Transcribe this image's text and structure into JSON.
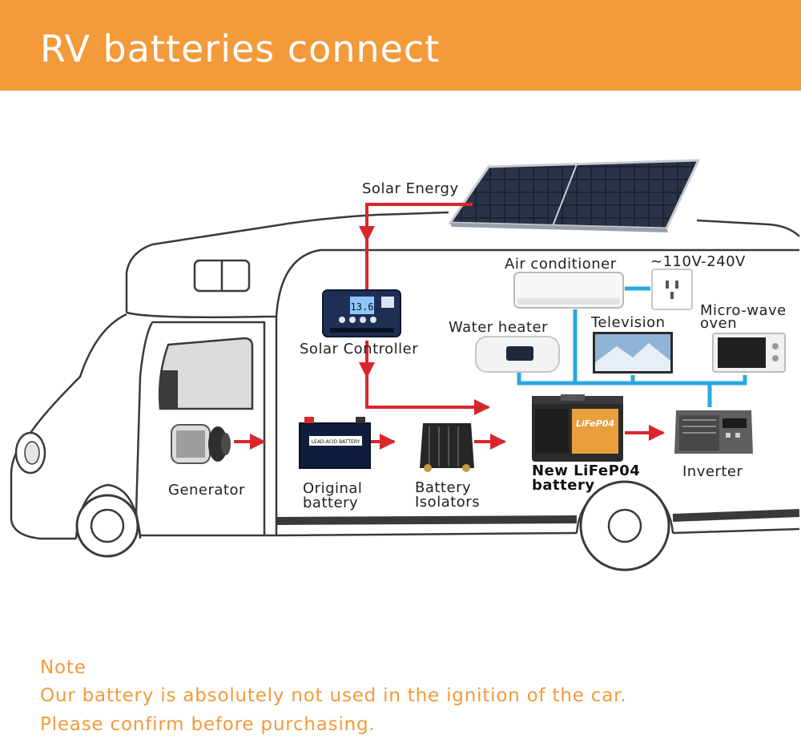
{
  "header": {
    "title": "RV batteries connect"
  },
  "labels": {
    "solar_energy": "Solar Energy",
    "solar_controller": "Solar Controller",
    "air_conditioner": "Air conditioner",
    "voltage": "~110V-240V",
    "water_heater": "Water heater",
    "television": "Television",
    "microwave_line1": "Micro-wave",
    "microwave_line2": "oven",
    "generator": "Generator",
    "original_battery_line1": "Original",
    "original_battery_line2": "battery",
    "isolators_line1": "Battery",
    "isolators_line2": "Isolators",
    "lifepo4_line1": "New LiFeP04",
    "lifepo4_line2": "battery",
    "inverter": "Inverter"
  },
  "device_text": {
    "controller_display": "13.6",
    "lead_acid": "LEAD-ACID BATTERY",
    "lifepo4_badge": "LiFeP04"
  },
  "note": {
    "heading": "Note",
    "line1": "Our battery is absolutely not used in the ignition of the car.",
    "line2": "Please confirm before purchasing."
  },
  "colors": {
    "accent": "#f39a3b",
    "power_line": "#d9262c",
    "ac_line": "#29a8e0"
  }
}
